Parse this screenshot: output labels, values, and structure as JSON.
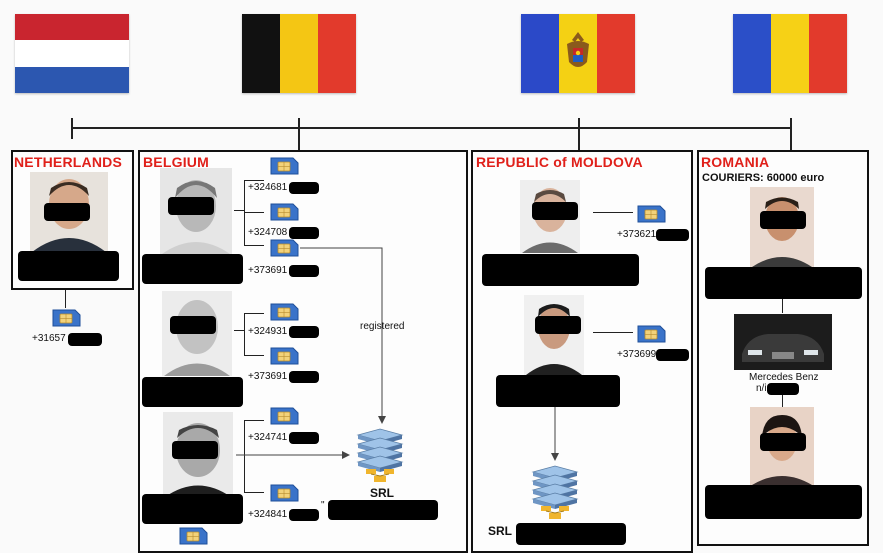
{
  "countries": {
    "netherlands": "NETHERLANDS",
    "belgium": "BELGIUM",
    "moldova": "REPUBLIC of MOLDOVA",
    "romania": "ROMANIA"
  },
  "romania_couriers": "COURIERS: 60000 euro",
  "phones": {
    "nl": "+31657",
    "be1": "+324681",
    "be2": "+324708",
    "be3": "+373691",
    "be4": "+324931",
    "be5": "+373691",
    "be6": "+324741",
    "be7": "+324841",
    "md1": "+373621",
    "md2": "+373699"
  },
  "labels": {
    "registered": "registered",
    "srl_belgium": "SRL",
    "srl_quote": "\"",
    "srl_moldova": "SRL",
    "car_name": "Mercedes Benz",
    "car_plate": "n/i"
  },
  "colors": {
    "country_label": "#e0201a",
    "sim_blue": "#3a73c9"
  }
}
